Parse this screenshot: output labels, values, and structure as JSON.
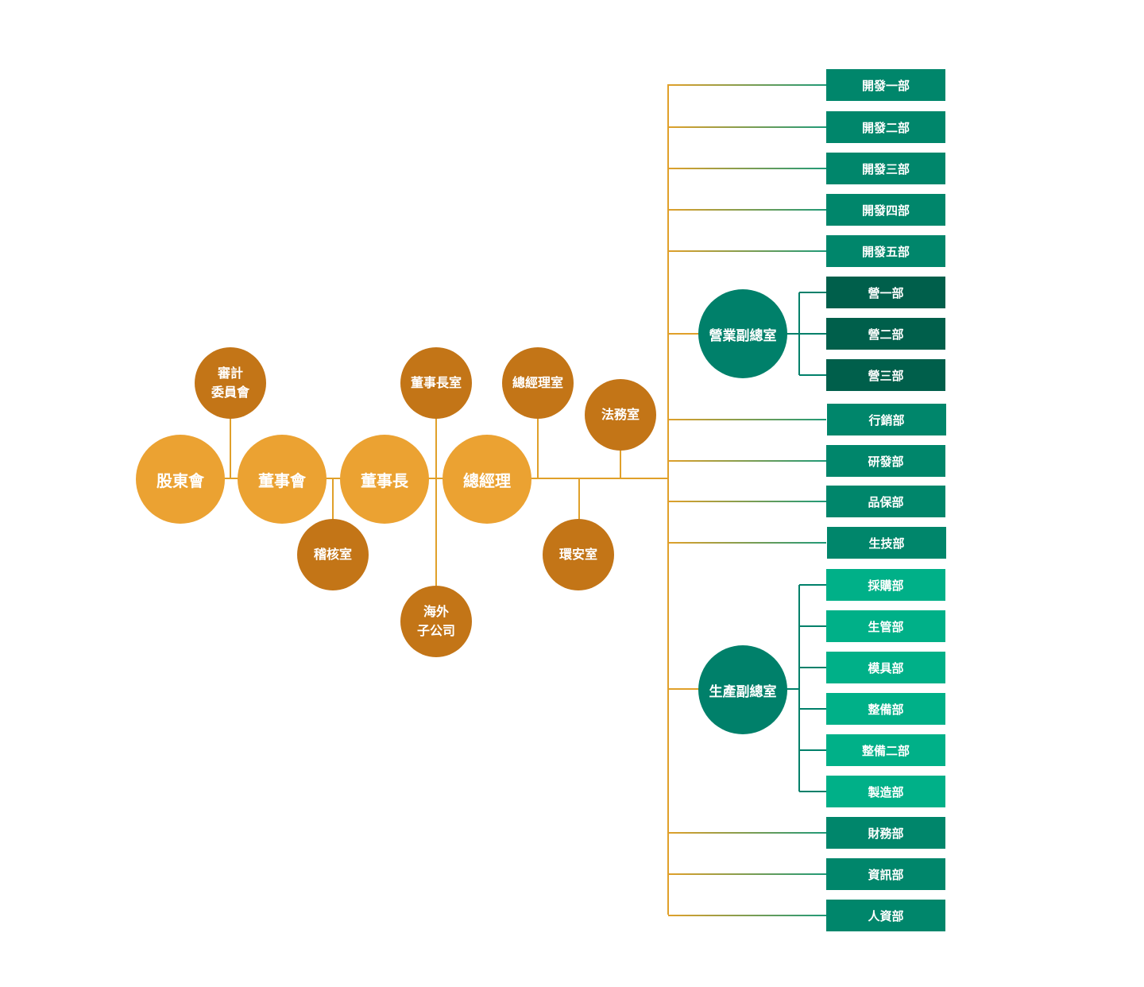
{
  "colors": {
    "main_circle": "#eba232",
    "sub_circle": "#c37517",
    "vp_circle": "#00806a",
    "line_orange": "#e0a02a",
    "line_green": "#1f9a78",
    "dept_box": "#00866b",
    "sales_box": "#005f4b",
    "production_box": "#00b088"
  },
  "main_chain": [
    {
      "id": "shareholders",
      "label": "股東會"
    },
    {
      "id": "board",
      "label": "董事會"
    },
    {
      "id": "chairman",
      "label": "董事長"
    },
    {
      "id": "president",
      "label": "總經理"
    }
  ],
  "offices": [
    {
      "id": "audit",
      "lines": [
        "審計",
        "委員會"
      ]
    },
    {
      "id": "internal-audit",
      "lines": [
        "稽核室"
      ]
    },
    {
      "id": "chairman-office",
      "lines": [
        "董事長室"
      ]
    },
    {
      "id": "overseas",
      "lines": [
        "海外",
        "子公司"
      ]
    },
    {
      "id": "president-office",
      "lines": [
        "總經理室"
      ]
    },
    {
      "id": "legal",
      "lines": [
        "法務室"
      ]
    },
    {
      "id": "safety",
      "lines": [
        "環安室"
      ]
    }
  ],
  "vice_presidents": [
    {
      "id": "sales-vp",
      "label": "營業副總室"
    },
    {
      "id": "production-vp",
      "label": "生產副總室"
    }
  ],
  "departments": [
    {
      "label": "開發一部",
      "group": "main"
    },
    {
      "label": "開發二部",
      "group": "main"
    },
    {
      "label": "開發三部",
      "group": "main"
    },
    {
      "label": "開發四部",
      "group": "main"
    },
    {
      "label": "開發五部",
      "group": "main"
    },
    {
      "label": "營一部",
      "group": "sales"
    },
    {
      "label": "營二部",
      "group": "sales"
    },
    {
      "label": "營三部",
      "group": "sales"
    },
    {
      "label": "行銷部",
      "group": "main"
    },
    {
      "label": "研發部",
      "group": "main"
    },
    {
      "label": "品保部",
      "group": "main"
    },
    {
      "label": "生技部",
      "group": "main"
    },
    {
      "label": "採購部",
      "group": "production"
    },
    {
      "label": "生管部",
      "group": "production"
    },
    {
      "label": "模具部",
      "group": "production"
    },
    {
      "label": "整備部",
      "group": "production"
    },
    {
      "label": "整備二部",
      "group": "production"
    },
    {
      "label": "製造部",
      "group": "production"
    },
    {
      "label": "財務部",
      "group": "main"
    },
    {
      "label": "資訊部",
      "group": "main"
    },
    {
      "label": "人資部",
      "group": "main"
    }
  ]
}
